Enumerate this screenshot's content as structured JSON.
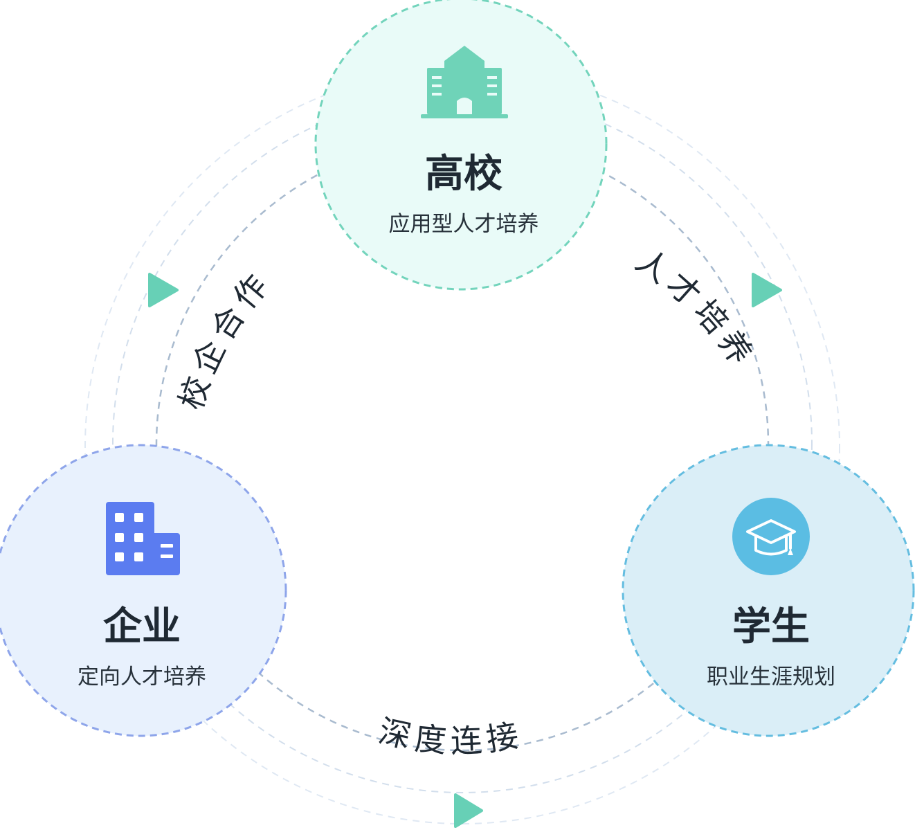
{
  "nodes": {
    "university": {
      "title": "高校",
      "subtitle": "应用型人才培养",
      "icon": "university-building-icon",
      "color": "#6fd3b8",
      "fill": "#e9fbf8",
      "border": "#73d4bc"
    },
    "enterprise": {
      "title": "企业",
      "subtitle": "定向人才培养",
      "icon": "office-building-icon",
      "color": "#5b7cf0",
      "fill": "#e8f1fd",
      "border": "#8ea5ea"
    },
    "student": {
      "title": "学生",
      "subtitle": "职业生涯规划",
      "icon": "graduation-cap-icon",
      "color": "#5bbde3",
      "fill": "#daeef7",
      "border": "#64bde0"
    }
  },
  "links": {
    "school_enterprise": "校企合作",
    "talent_training": "人才培养",
    "deep_connection": "深度连接"
  },
  "colors": {
    "arrow": "#67d0b6",
    "inner_ring": "#a6b8cc",
    "outer_ring": "#dbe6f2"
  }
}
